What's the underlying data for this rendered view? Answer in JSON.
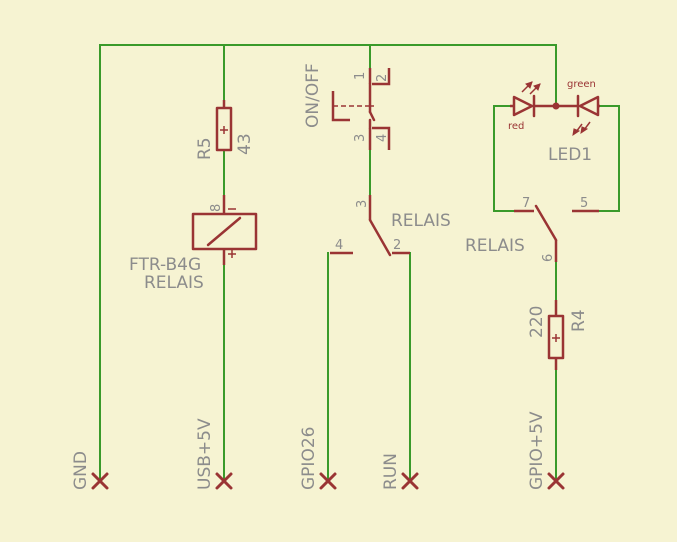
{
  "pins": {
    "gnd": "GND",
    "usb5v": "USB+5V",
    "gpio26": "GPIO26",
    "run": "RUN",
    "gpio5v": "GPIO+5V"
  },
  "r5": {
    "name": "R5",
    "value": "43"
  },
  "r4": {
    "name": "R4",
    "value": "220"
  },
  "switch": {
    "name": "ON/OFF",
    "pin1": "1",
    "pin2": "2",
    "pin3": "3",
    "pin4": "4"
  },
  "relay_coil": {
    "type": "FTR-B4G",
    "name": "RELAIS",
    "pin8": "8"
  },
  "relay_contact_a": {
    "name": "RELAIS",
    "pin3": "3",
    "pin4": "4",
    "pin2": "2"
  },
  "relay_contact_b": {
    "name": "RELAIS",
    "pin7": "7",
    "pin5": "5",
    "pin6": "6"
  },
  "led": {
    "name": "LED1",
    "red": "red",
    "green": "green"
  },
  "colors": {
    "background": "#f6f3d2",
    "wire": "#3a9a2a",
    "part": "#9a3434",
    "label": "#8c8c8c"
  }
}
